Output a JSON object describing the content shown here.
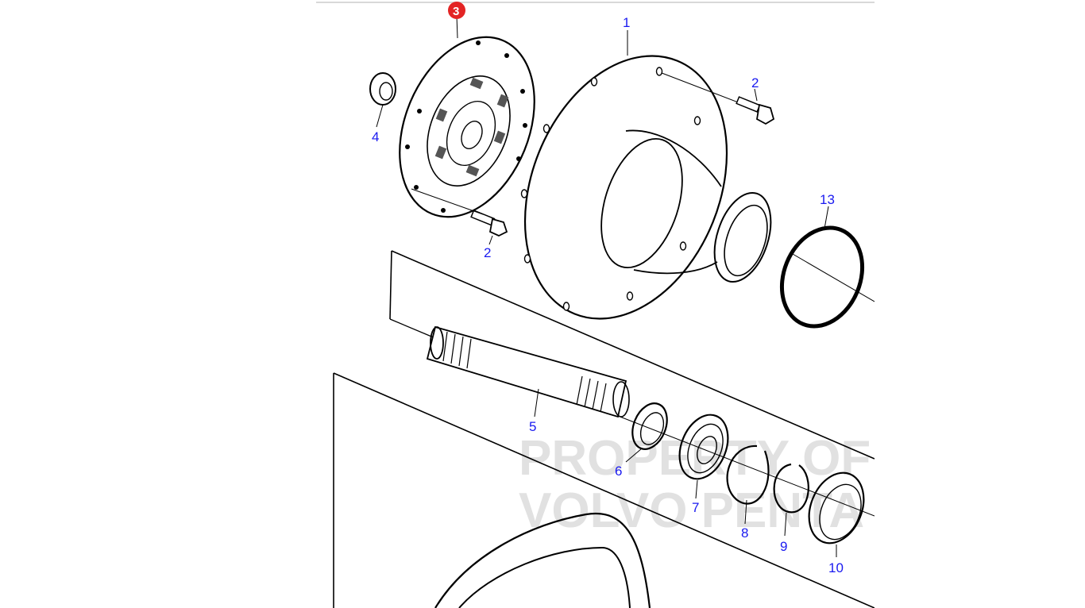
{
  "diagram": {
    "selected_badge": "3",
    "labels": {
      "p1": "1",
      "p2a": "2",
      "p2b": "2",
      "p4": "4",
      "p5": "5",
      "p6": "6",
      "p7": "7",
      "p8": "8",
      "p9": "9",
      "p10": "10",
      "p13": "13"
    },
    "watermark": {
      "line1": "PROPERTY OF",
      "line2": "VOLVO PENTA"
    },
    "colors": {
      "label": "#1a1af0",
      "badge": "#e32424",
      "lines": "#000000"
    }
  }
}
